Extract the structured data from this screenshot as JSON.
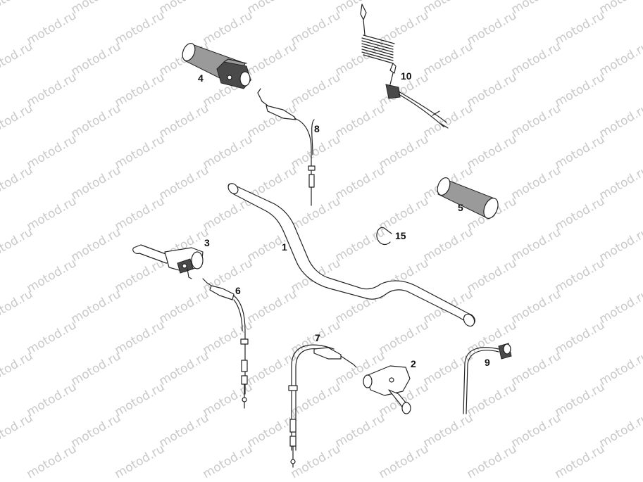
{
  "watermark": "motod.ru",
  "parts": [
    {
      "id": "1",
      "label": "1"
    },
    {
      "id": "2",
      "label": "2"
    },
    {
      "id": "3",
      "label": "3"
    },
    {
      "id": "4",
      "label": "4"
    },
    {
      "id": "5",
      "label": "5"
    },
    {
      "id": "6",
      "label": "6"
    },
    {
      "id": "7",
      "label": "7"
    },
    {
      "id": "8",
      "label": "8"
    },
    {
      "id": "9",
      "label": "9"
    },
    {
      "id": "10",
      "label": "10"
    },
    {
      "id": "15",
      "label": "15"
    }
  ]
}
